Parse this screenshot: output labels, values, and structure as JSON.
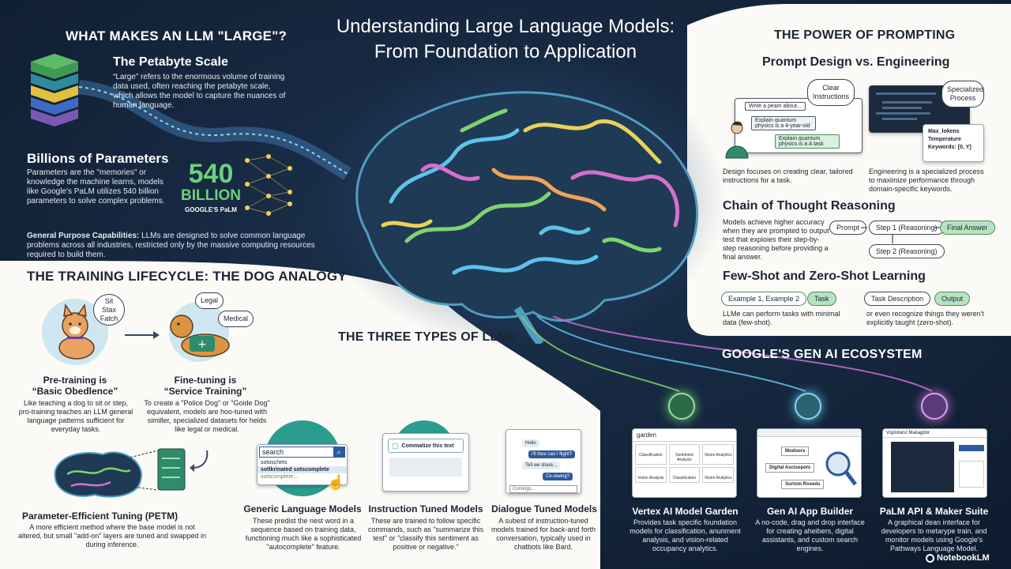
{
  "title_line1": "Understanding Large Language Models:",
  "title_line2": "From Foundation to Application",
  "large": {
    "heading": "WHAT MAKES AN LLM \"LARGE\"?",
    "petabyte_title": "The Petabyte Scale",
    "petabyte_text": "“Large” refers to the enormous volume of training data used, often reaching the petabyte scale, which allows the model to capture the nuances of human language.",
    "params_title": "Billions of Parameters",
    "params_text": "Parameters are the \"memories\" or knowledge the machine learns, models like Google's PaLM utilizes 540 billion parameters to solve complex problems.",
    "big_number": "540",
    "big_unit": "BILLION",
    "big_caption": "GOOGLE'S PaLM",
    "general_bold": "General Purpose Capabilities:",
    "general_text": " LLMs are designed to solve common language problems across all industries, restricted only by the massive computing resources required to build them."
  },
  "training": {
    "heading": "THE TRAINING LIFECYCLE: THE DOG ANALOGY",
    "bubble_commands": [
      "Sit",
      "Stax",
      "Fatch"
    ],
    "bubble_legal": "Legal",
    "bubble_medical": "Medical",
    "pre_title1": "Pre-training is",
    "pre_title2": "“Basic Obedlence”",
    "pre_text": "Like teaching a dog to sit or step, pro-training teaches an LLM general language patterns sufficient for everyday tasks.",
    "fine_title1": "Fine-tuning is",
    "fine_title2": "“Service Training”",
    "fine_text": "To create a \"Police Dog\" or \"Goide Dog\" equivalent, models are hoo-tuned with similler, specialized datasets for helds like legal or medical.",
    "petm_title": "Parameter-Efficient Tuning (PETM)",
    "petm_text": "A more efficient method where the base model is not altered, but small \"add-on\" layers are tuned and swapped in during inference."
  },
  "types": {
    "heading": "THE THREE TYPES OF LLMs",
    "search_value": "search",
    "suggestions": [
      "sotoschets",
      "sotlkrinated sotscomplete",
      "sotscomplete..."
    ],
    "instr_box": "Commatize this text",
    "chat_msgs": [
      "Hello",
      "I'll thee can I flight?",
      "Tell we share...",
      "Ce-oiwing?"
    ],
    "chat_input": "Comings...",
    "generic_title": "Generic Language Models",
    "generic_text": "These predist the nest word in a sequence based on training data, functioning much like a sophisticated \"autocomplete\" feature.",
    "instr_title": "Instruction Tuned Models",
    "instr_text": "These are trained to follow specific commands, such as \"summarize this test\" or \"classify this sentiment as positive or negative.\"",
    "dialogue_title": "Dialogue Tuned Models",
    "dialogue_text": "A subest of instruction-tuned models trained for back-and forth conversation, typically used in chatbots like Bard."
  },
  "prompting": {
    "heading": "THE POWER OF PROMPTING",
    "design_title": "Prompt Design vs. Engineering",
    "bubble_clear": "Clear Instructions",
    "bubble_special": "Specialized Process",
    "chat1": "Write a peam about...",
    "chat2": "Explain quantum physics is a 4-year-old",
    "chat3": "Explain quantum physics is a A task",
    "params": [
      "Max_lokens",
      "Temperature",
      "Keywords: [0, Y]"
    ],
    "design_text": "Design focuses on creating clear, tailored instructions for a task.",
    "eng_text": "Engineering is a specialized process to maximize performance through domain-specific keywords.",
    "cot_title": "Chain of Thought Reasoning",
    "cot_text": "Models achieve higher accuracy when they are prompted to output test that exploies their step-by-step reasoning before providing a final answer.",
    "cot_steps": [
      "Prompt",
      "Step 1 (Reasoning)",
      "Final Answer",
      "Step 2 (Reasoning)"
    ],
    "fs_title": "Few-Shot and Zero-Shot Learning",
    "fs_pills": [
      "Example 1, Example 2",
      "Task",
      "Task Description",
      "Output"
    ],
    "fs_text1": "LLMe can perform tasks with minimal data (few-shot).",
    "fs_text2": "or even recognize things they weren't explicitly taught (zero-shot)."
  },
  "ecosystem": {
    "heading": "GOOGLE'S GEN AI ECOSYSTEM",
    "garden_label": "garden",
    "garden_tiles": [
      "Classification",
      "Sentiment Analysis",
      "Vision Analytics",
      "Vision Analysis",
      "Classification",
      "Vision Analytics"
    ],
    "builder_items": [
      "Modoors",
      "Digital Ascisopots",
      "Surtom Roseds"
    ],
    "maker_title": "Voplotarul Makagdor",
    "vertex_title": "Vertex AI Model Garden",
    "vertex_text": "Provides task specific foundation models for classification, anunment analysis, and vision-related occupancy analytics.",
    "builder_title": "Gen AI App Builder",
    "builder_text": "A no-code, drag and drop interface for creating aheibers, digital assistants, and custom search engines.",
    "palm_title": "PaLM API & Maker Suite",
    "palm_text": "A graphical dean interface for developers to metarype train, and monitor models using Google's Pathways Language Model."
  },
  "brand": "NotebookLM",
  "colors": {
    "navy": "#14243a",
    "cream": "#fbfaf6",
    "green_pill": "#b7e3c0",
    "teal": "#20a596"
  }
}
